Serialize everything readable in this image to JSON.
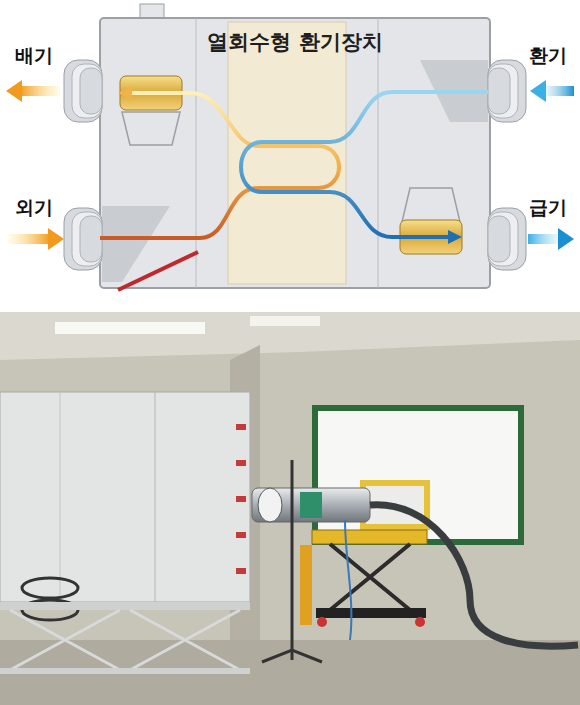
{
  "diagram": {
    "nodes": [
      {
        "text": [
          "열회수형 환기장치"
        ]
      }
    ],
    "labels": [
      "배기",
      "환기",
      "외기",
      "급기"
    ]
  }
}
